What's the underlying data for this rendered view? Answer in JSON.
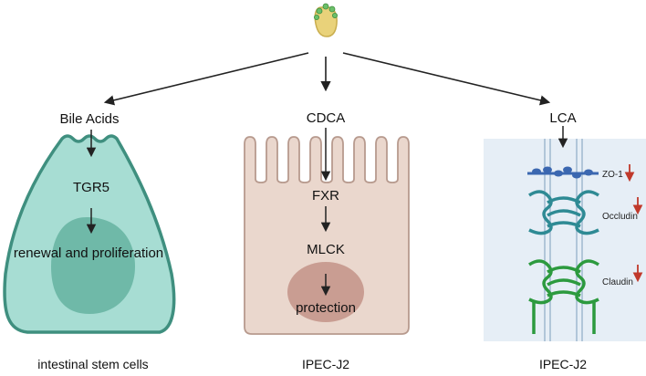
{
  "top_node": {
    "icon": "gallbladder-icon"
  },
  "colors": {
    "arrow": "#222222",
    "stem_fill": "#a7ddd3",
    "stem_stroke": "#3f8f7f",
    "stem_nucleus": "#6fb9a8",
    "ipec_fill": "#ead7cd",
    "ipec_stroke": "#b79a8e",
    "ipec_nucleus": "#c99d92",
    "membrane_panel": "#e6eef6",
    "zo1": "#3b67b0",
    "occludin": "#2e8a94",
    "claudin": "#2c9a3e",
    "down_arrow": "#c0392b"
  },
  "panels": {
    "stem": {
      "top_label": "Bile Acids",
      "mid_label": "TGR5",
      "end_label": "renewal and proliferation",
      "caption": "intestinal stem cells"
    },
    "ipec_cdca": {
      "top_label": "CDCA",
      "step1": "FXR",
      "step2": "MLCK",
      "end_label": "protection",
      "caption": "IPEC-J2"
    },
    "ipec_lca": {
      "top_label": "LCA",
      "proteins": [
        "ZO-1",
        "Occludin",
        "Claudin"
      ],
      "caption": "IPEC-J2"
    }
  }
}
